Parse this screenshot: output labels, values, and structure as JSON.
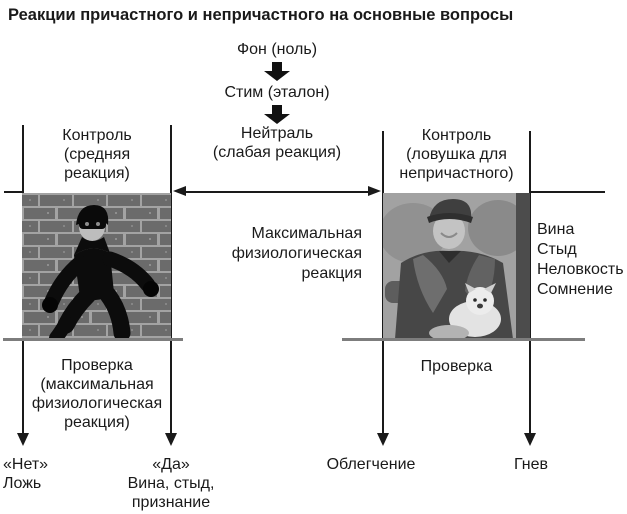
{
  "title": "Реакции причастного и непричастного на основные вопросы",
  "flow": {
    "background_label": "Фон (ноль)",
    "stimulus_label": "Стим (эталон)",
    "neutral_label": "Нейтраль\n(слабая реакция)"
  },
  "left_column": {
    "header": "Контроль\n(средняя\nреакция)",
    "image_name": "burglar-photo",
    "check_label": "Проверка\n(максимальная\nфизиологическая\nреакция)",
    "outcome_no": "«Нет»\nЛожь",
    "outcome_yes": "«Да»\nВина, стыд,\nпризнание"
  },
  "center": {
    "max_reaction_label": "Максимальная\nфизиологическая\nреакция"
  },
  "right_column": {
    "header": "Контроль\n(ловушка для\nнепричастного)",
    "image_name": "worker-with-puppy-photo",
    "emotions": [
      "Вина",
      "Стыд",
      "Неловкость",
      "Сомнение"
    ],
    "check_label": "Проверка",
    "outcome_relief": "Облегчение",
    "outcome_anger": "Гнев"
  },
  "colors": {
    "text": "#1a1a1a",
    "line": "#1a1a1a",
    "gray_line": "#7d7d7d",
    "background": "#ffffff"
  }
}
